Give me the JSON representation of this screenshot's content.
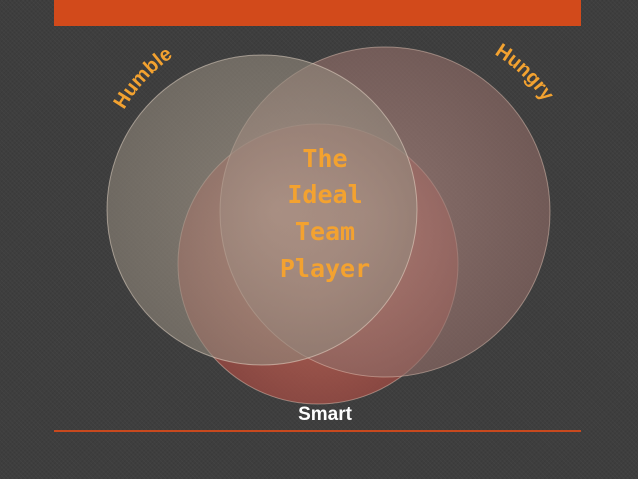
{
  "diagram": {
    "circles": [
      {
        "label": "Humble",
        "fill": "#a09585"
      },
      {
        "label": "Hungry",
        "fill": "#9c7670"
      },
      {
        "label": "Smart",
        "fill": "#b1564e"
      }
    ],
    "center_lines": [
      "The",
      "Ideal",
      "Team",
      "Player"
    ]
  },
  "colors": {
    "accent_bar": "#d24a1b",
    "label_orange": "#f3a230",
    "label_white": "#ffffff",
    "background": "#3e3e3e"
  }
}
